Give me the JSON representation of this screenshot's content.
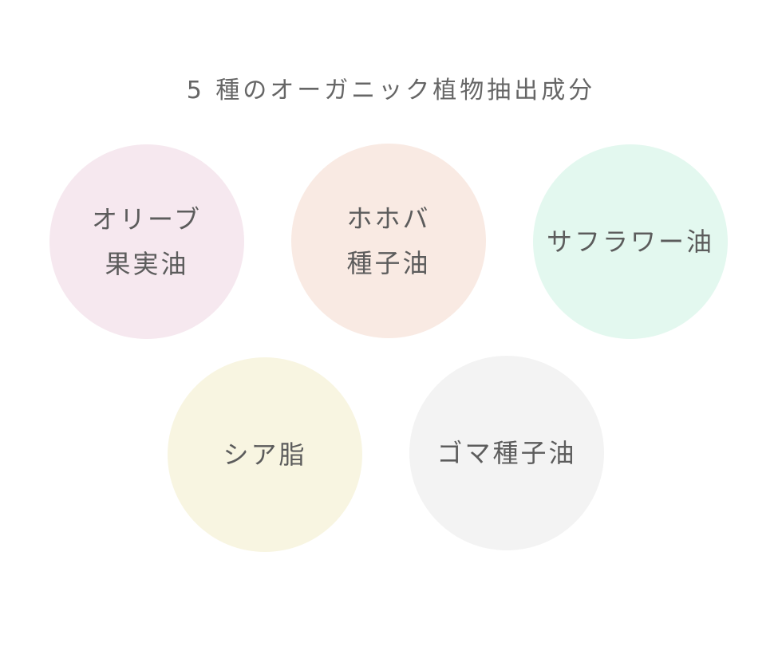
{
  "title": "5 種のオーガニック植物抽出成分",
  "ingredients": [
    {
      "lines": [
        "オリーブ",
        "果実油"
      ],
      "color": "#f6e8ef"
    },
    {
      "lines": [
        "ホホバ",
        "種子油"
      ],
      "color": "#f9eae3"
    },
    {
      "lines": [
        "サフラワー油"
      ],
      "color": "#e3f8ef"
    },
    {
      "lines": [
        "シア脂"
      ],
      "color": "#f8f5e1"
    },
    {
      "lines": [
        "ゴマ種子油"
      ],
      "color": "#f3f3f3"
    }
  ]
}
